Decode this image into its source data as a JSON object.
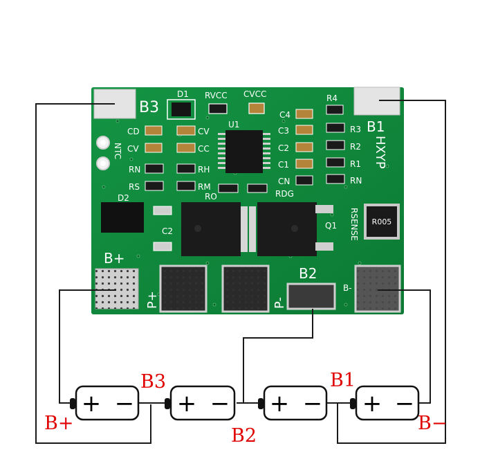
{
  "board": {
    "pads": {
      "b3": "B3",
      "b1": "B1",
      "b_plus": "B+",
      "p_plus": "P+",
      "p_minus": "P-",
      "b2": "B2",
      "b_minus_pad": "B-"
    },
    "silk": {
      "d1": "D1",
      "rvcc": "RVCC",
      "cvcc": "CVCC",
      "r4": "R4",
      "c4": "C4",
      "u1": "U1",
      "cd": "CD",
      "cv_left": "CV",
      "cv_right": "CV",
      "cc": "CC",
      "c3": "C3",
      "r3": "R3",
      "c2_right": "C2",
      "r2": "R2",
      "c1": "C1",
      "r1": "R1",
      "cn": "CN",
      "rn_right": "RN",
      "rn_left": "RN",
      "rh": "RH",
      "rs": "RS",
      "rm": "RM",
      "rdg": "RDG",
      "ro": "RO",
      "ntc": "NTC",
      "hxyp": "HXYP",
      "d2": "D2",
      "c2_left": "C2",
      "q1": "Q1",
      "rsense": "RSENSE",
      "r005": "R005"
    }
  },
  "diagram": {
    "labels": {
      "b_plus": "B+",
      "b3": "B3",
      "b2": "B2",
      "b1": "B1",
      "b_minus": "B−"
    },
    "cells": [
      {
        "plus": "+",
        "minus": "−"
      },
      {
        "plus": "+",
        "minus": "−"
      },
      {
        "plus": "+",
        "minus": "−"
      },
      {
        "plus": "+",
        "minus": "−"
      }
    ]
  },
  "colors": {
    "pcb": "#0f8a3c",
    "silk": "#ffffff",
    "pad": "#c9c9c9",
    "wire": "#1a1a1a",
    "label": "#e00000"
  }
}
